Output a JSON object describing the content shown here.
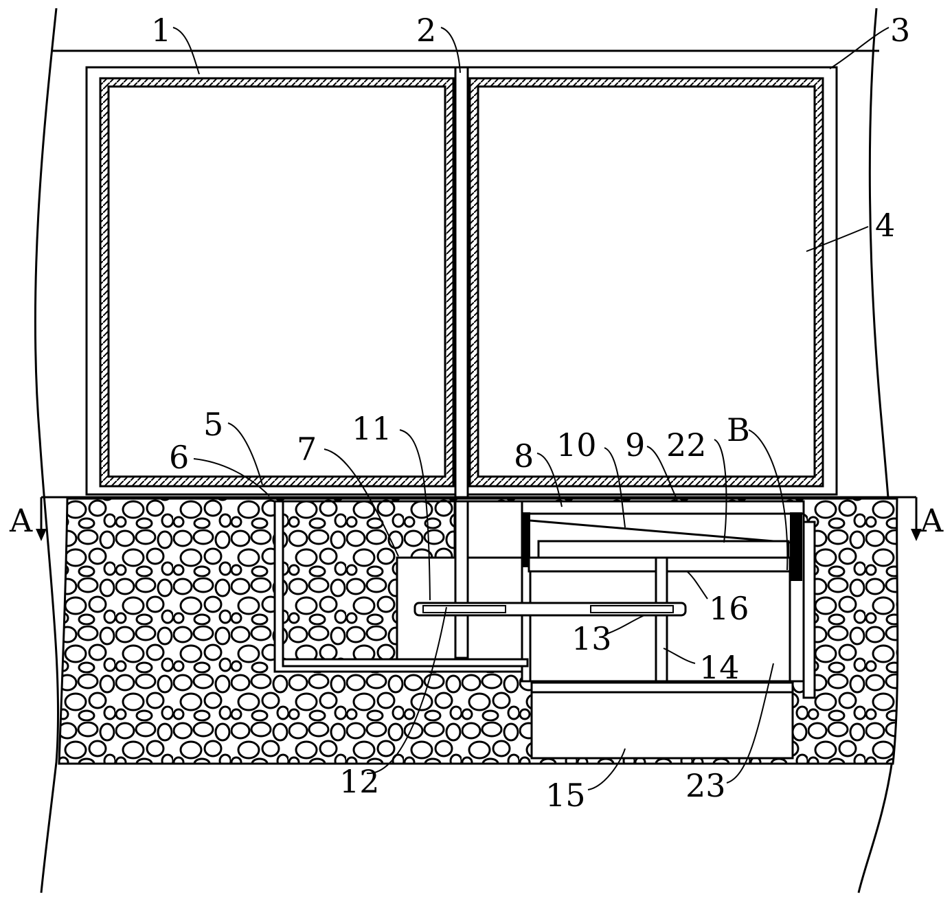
{
  "diagram": {
    "callouts": [
      {
        "id": "c1",
        "text": "1"
      },
      {
        "id": "c2",
        "text": "2"
      },
      {
        "id": "c3",
        "text": "3"
      },
      {
        "id": "c4",
        "text": "4"
      },
      {
        "id": "c5",
        "text": "5"
      },
      {
        "id": "c6",
        "text": "6"
      },
      {
        "id": "c7",
        "text": "7"
      },
      {
        "id": "c8",
        "text": "8"
      },
      {
        "id": "c9",
        "text": "9"
      },
      {
        "id": "c10",
        "text": "10"
      },
      {
        "id": "c11",
        "text": "11"
      },
      {
        "id": "c12",
        "text": "12"
      },
      {
        "id": "c13",
        "text": "13"
      },
      {
        "id": "c14",
        "text": "14"
      },
      {
        "id": "c15",
        "text": "15"
      },
      {
        "id": "c16",
        "text": "16"
      },
      {
        "id": "c22",
        "text": "22"
      },
      {
        "id": "c23",
        "text": "23"
      },
      {
        "id": "cB",
        "text": "B"
      }
    ],
    "section_marks": {
      "left": "A",
      "right": "A"
    }
  }
}
